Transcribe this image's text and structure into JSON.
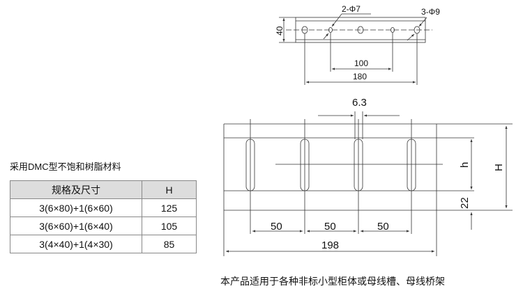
{
  "material_note": "采用DMC型不饱和树脂材料",
  "table": {
    "headers": [
      "规格及尺寸",
      "H"
    ],
    "rows": [
      [
        "3(6×80)+1(6×60)",
        "125"
      ],
      [
        "3(6×60)+1(6×40)",
        "105"
      ],
      [
        "3(4×40)+1(4×30)",
        "85"
      ]
    ]
  },
  "top_drawing": {
    "hole_small": "2-Φ7",
    "hole_large": "3-Φ9",
    "height": "40",
    "inner_spacing": "100",
    "outer_spacing": "180"
  },
  "main_drawing": {
    "slot_width": "6.3",
    "spacing_1": "50",
    "spacing_2": "50",
    "spacing_3": "50",
    "total_length": "198",
    "slot_height": "h",
    "bottom_margin": "22",
    "total_height": "H"
  },
  "footer": "本产品适用于各种非标小型柜体或母线槽、母线桥架"
}
